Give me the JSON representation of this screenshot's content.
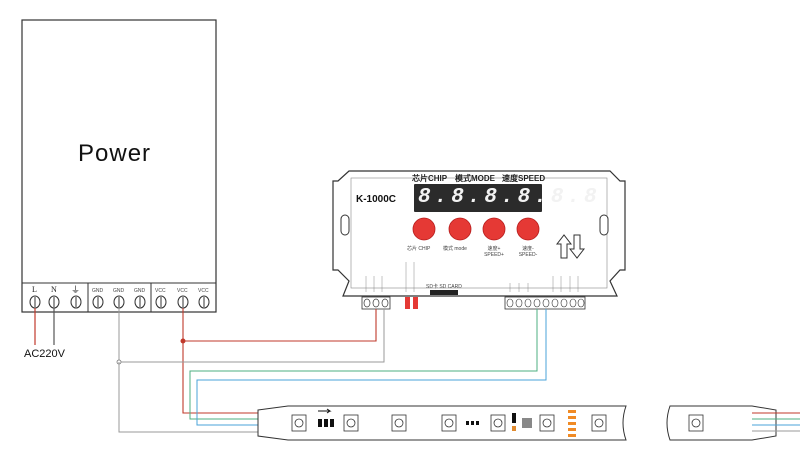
{
  "power_supply": {
    "title": "Power",
    "terminal_labels": [
      "L",
      "N",
      "⏚",
      "GND",
      "GND",
      "GND",
      "VCC",
      "VCC",
      "VCC"
    ]
  },
  "ac_label": "AC220V",
  "controller": {
    "model": "K-1000C",
    "header_labels": [
      "芯片CHIP",
      "模式MODE",
      "速度SPEED"
    ],
    "display_value": "8.8.8.8.8.8",
    "button_labels": [
      "芯片 CHIP",
      "模式 mode",
      "速度+ SPEED+",
      "速度- SPEED-"
    ],
    "sd_label": "SD卡 SD CARD"
  },
  "colors": {
    "red_wire": "#c0392b",
    "gray_wire": "#9a9a9a",
    "green_wire": "#4caf82",
    "blue_wire": "#4aa3d8",
    "button_red": "#e53935",
    "display_bg": "#2b2b2b"
  }
}
